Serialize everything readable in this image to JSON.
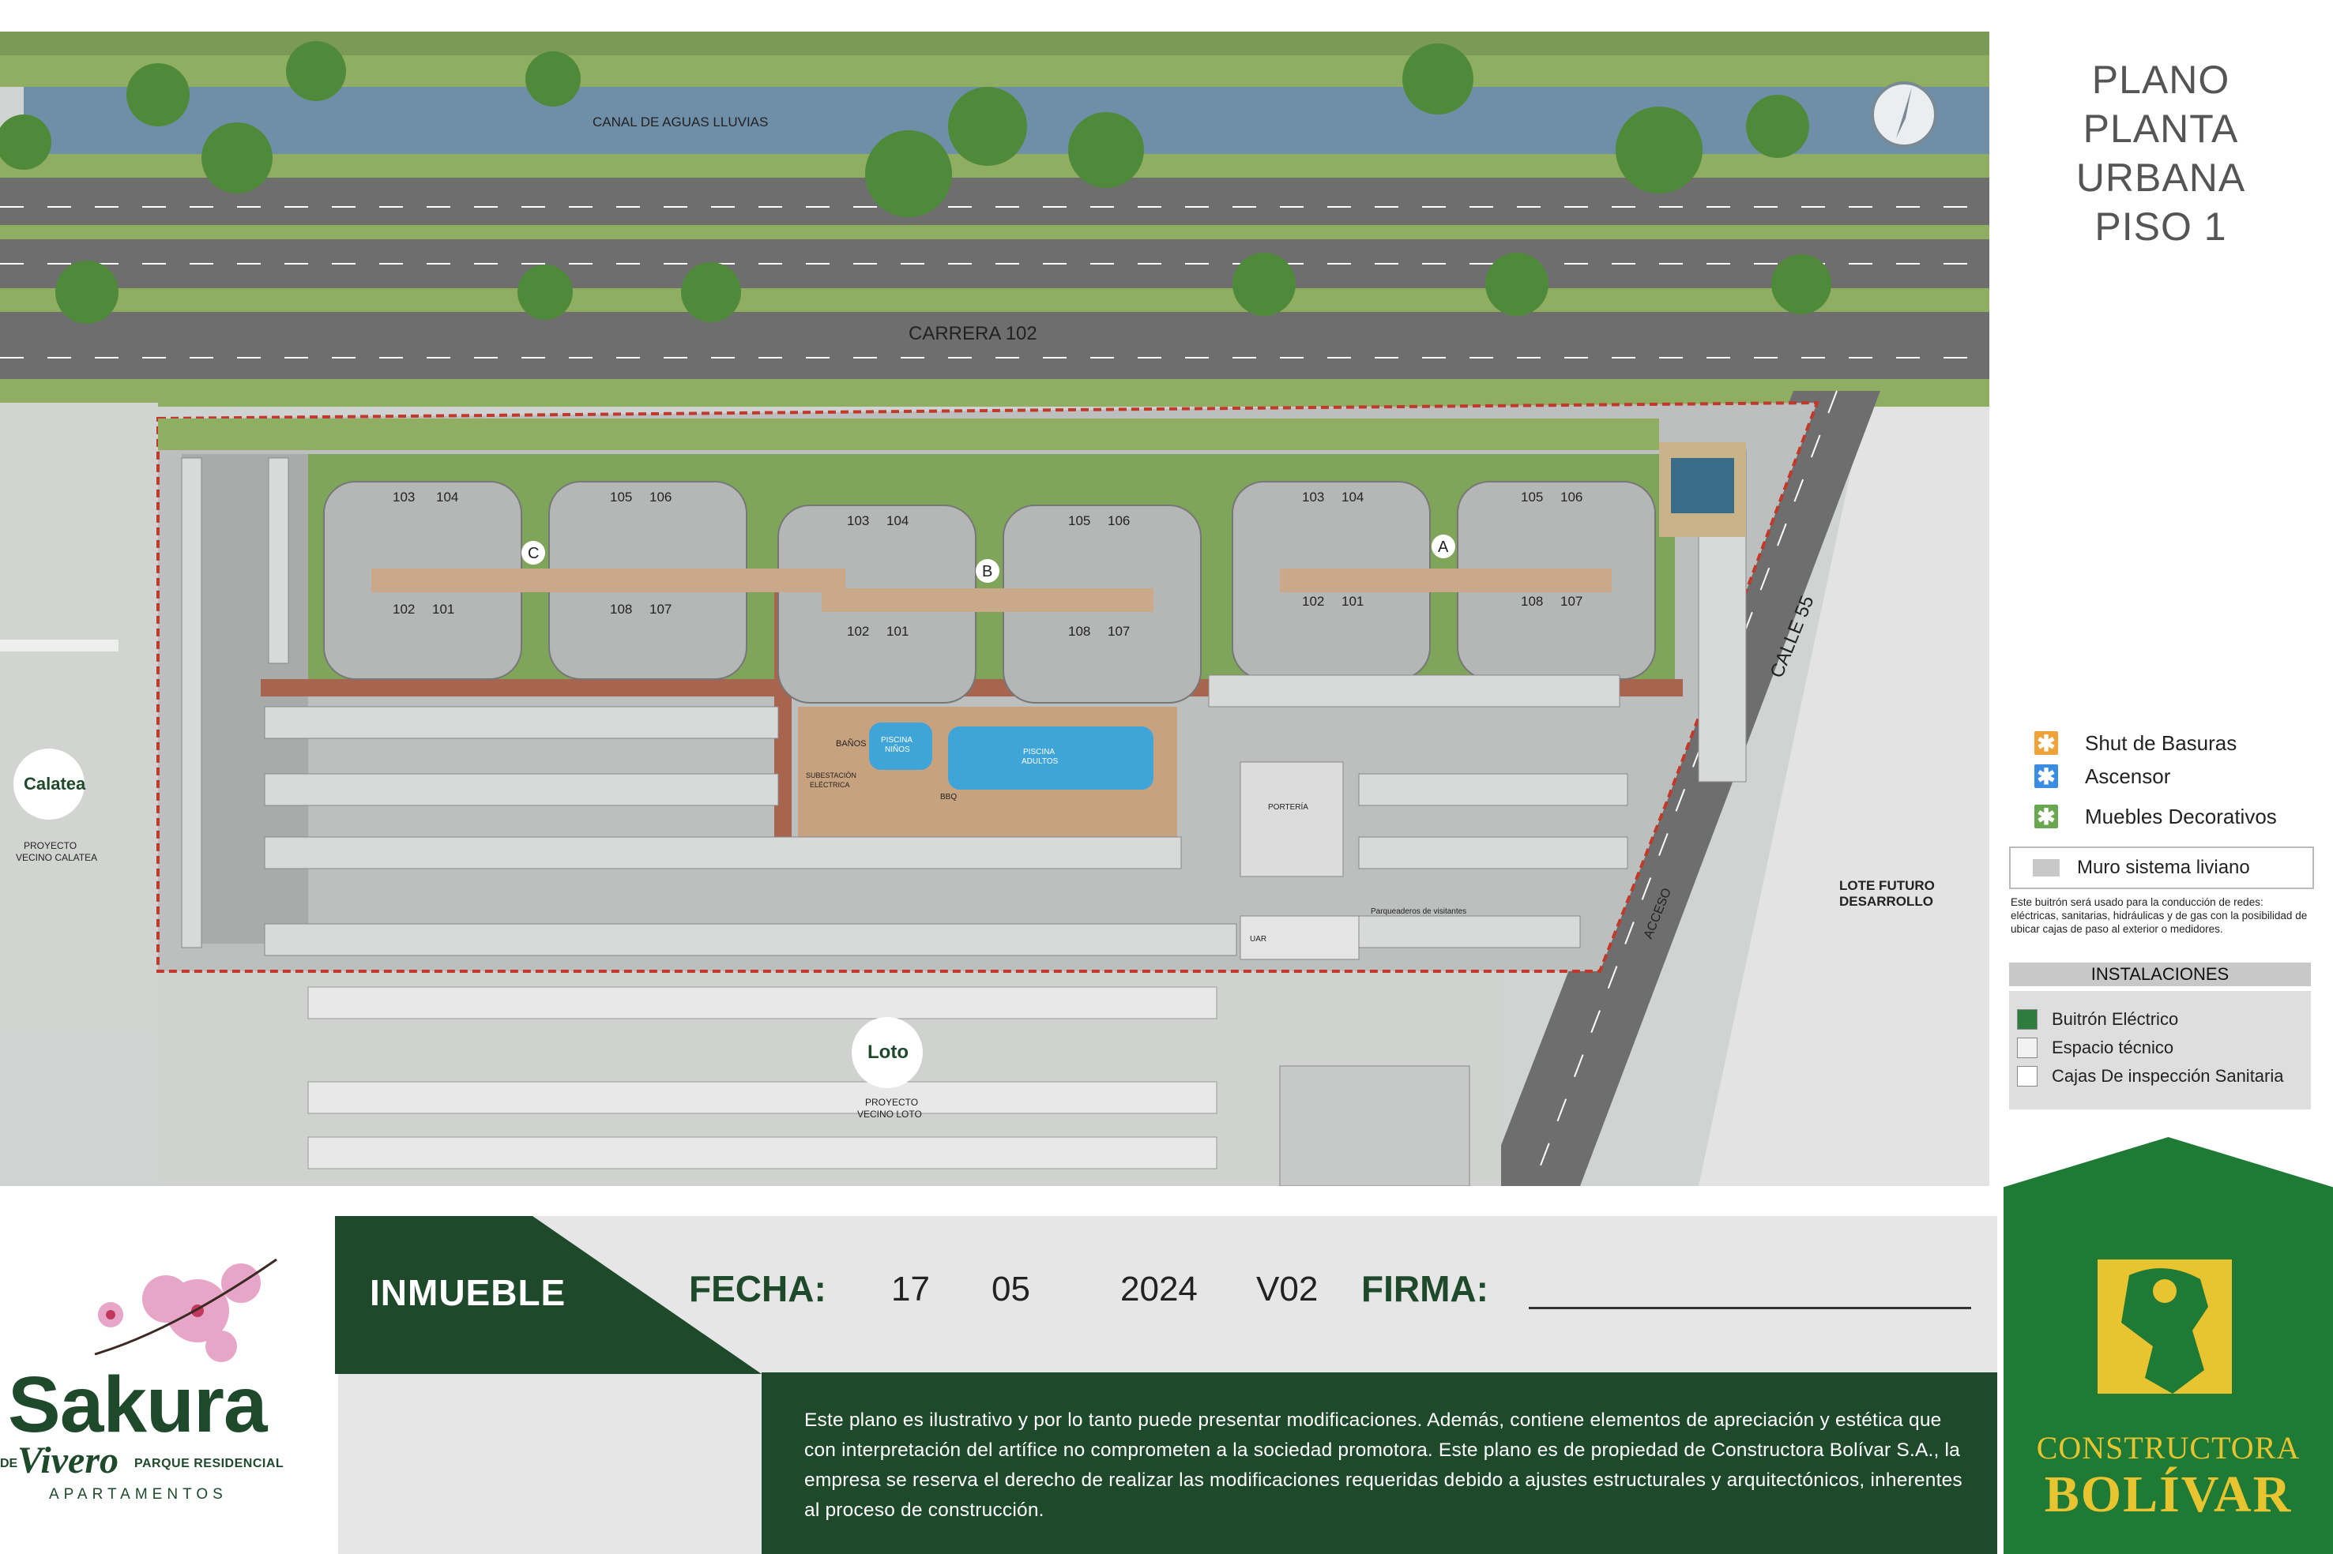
{
  "plan_title": {
    "line1": "PLANO",
    "line2": "PLANTA URBANA",
    "line3": "PISO 1"
  },
  "map_labels": {
    "canal": "CANAL DE AGUAS LLUVIAS",
    "carrera": "CARRERA 102",
    "calle": "CALLE 55",
    "acceso": "ACCESO",
    "lote": [
      "LOTE FUTURO",
      "DESARROLLO"
    ],
    "calatea_logo": "Calatea",
    "calatea_caption": [
      "PROYECTO",
      "VECINO CALATEA"
    ],
    "loto_logo": "Loto",
    "loto_caption": [
      "PROYECTO",
      "VECINO LOTO"
    ],
    "piscina_ninos": [
      "PISCINA",
      "NIÑOS"
    ],
    "piscina_adultos": [
      "PISCINA",
      "ADULTOS"
    ],
    "banos": "BAÑOS",
    "subestacion": [
      "SUBESTACIÓN",
      "ELÉCTRICA"
    ],
    "bbq": "BBQ",
    "porteria": "PORTERÍA",
    "uar": "UAR",
    "visitantes": "Parqueaderos de visitantes"
  },
  "towers": [
    {
      "letter": "C",
      "units_top": [
        "103",
        "104",
        "105",
        "106"
      ],
      "units_bottom": [
        "102",
        "101",
        "108",
        "107"
      ]
    },
    {
      "letter": "B",
      "units_top": [
        "103",
        "104",
        "105",
        "106"
      ],
      "units_bottom": [
        "102",
        "101",
        "108",
        "107"
      ]
    },
    {
      "letter": "A",
      "units_top": [
        "103",
        "104",
        "105",
        "106"
      ],
      "units_bottom": [
        "102",
        "101",
        "108",
        "107"
      ]
    }
  ],
  "legend": {
    "items": [
      {
        "label": "Shut de Basuras",
        "color": "#f0a23a",
        "icon": "asterisk-icon"
      },
      {
        "label": "Ascensor",
        "color": "#3a8de0",
        "icon": "asterisk-icon"
      },
      {
        "label": "Muebles Decorativos",
        "color": "#6aa84f",
        "icon": "asterisk-icon"
      }
    ],
    "wall_label": "Muro sistema liviano",
    "wall_note": "Este buitrón será usado para la conducción de redes: eléctricas, sanitarias, hidráulicas y de gas con la posibilidad de ubicar cajas de paso al exterior o medidores.",
    "installations_title": "INSTALACIONES",
    "installations": [
      {
        "label": "Buitrón Eléctrico",
        "color": "#2e7d3e"
      },
      {
        "label": "Espacio técnico",
        "color": "#f2f2f2"
      },
      {
        "label": "Cajas De inspección Sanitaria",
        "color": "#ffffff"
      }
    ]
  },
  "footer": {
    "inmueble_label": "INMUEBLE",
    "fecha_label": "FECHA:",
    "day": "17",
    "month": "05",
    "year": "2024",
    "version": "V02",
    "firma_label": "FIRMA:",
    "notice": "Este plano es ilustrativo y por lo tanto puede presentar modificaciones. Además, contiene elementos de apreciación y estética que con interpretación del artífice no comprometen a la sociedad promotora. Este plano es de propiedad de Constructora Bolívar S.A., la empresa se reserva el derecho de realizar las modificaciones requeridas debido a ajustes estructurales y arquitectónicos, inherentes al proceso de construcción."
  },
  "brand": {
    "project_name": "Sakura",
    "de": "DE",
    "vivero": "Vivero",
    "parque": "PARQUE RESIDENCIAL",
    "apartamentos": "APARTAMENTOS",
    "builder_line1": "CONSTRUCTORA",
    "builder_line2": "BOLÍVAR"
  },
  "colors": {
    "brand_green": "#1e4a2b",
    "bolivar_green": "#1e7a35",
    "bolivar_gold": "#e8c431",
    "site_border": "#c0392b"
  }
}
